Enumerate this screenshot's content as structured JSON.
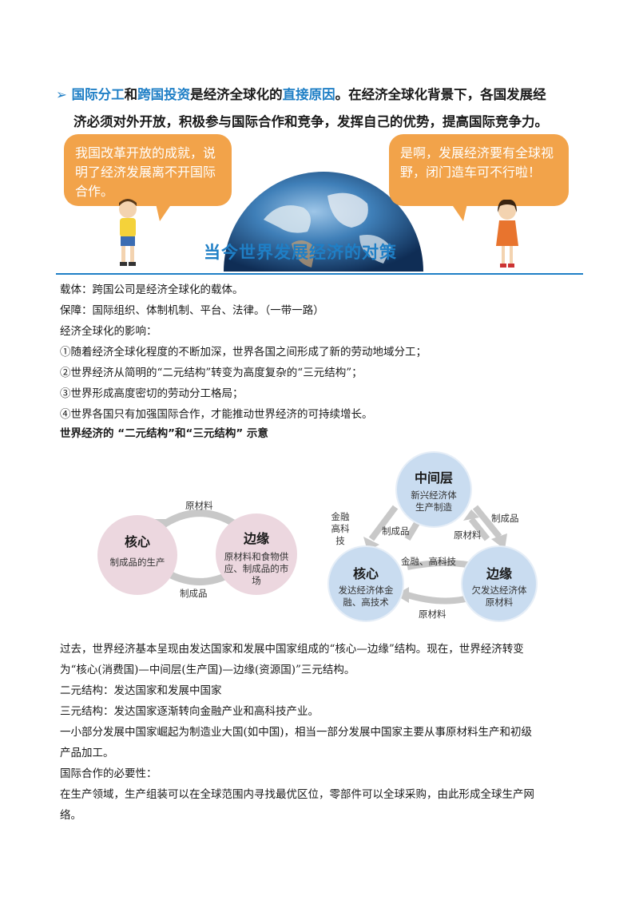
{
  "header": {
    "line1_parts": [
      "国际分工",
      "和",
      "跨国投资",
      "是经济全球化的",
      "直接原因",
      "。在经济全球化背景下，各国发展经"
    ],
    "line2": "济必须对外开放，积极参与国际合作和竞争，发挥自己的优势，提高国际竞争力。",
    "bubble_left": "我国改革开放的成就，说明了经济发展离不开国际合作。",
    "bubble_right": "是啊，发展经济要有全球视野，闭门造车可不行啦！",
    "globe_title": "当今世界发展经济的对策"
  },
  "lines": [
    "载体：跨国公司是经济全球化的载体。",
    "保障：国际组织、体制机制、平台、法律。（一带一路）",
    "经济全球化的影响：",
    "①随着经济全球化程度的不断加深，世界各国之间形成了新的劳动地域分工；",
    "②世界经济从简明的“二元结构”转变为高度复杂的“三元结构”；",
    "③世界形成高度密切的劳动分工格局；",
    "④世界各国只有加强国际合作，才能推动世界经济的可持续增长。"
  ],
  "diagram_heading": "世界经济的 “二元结构”和“三元结构” 示意",
  "dual": {
    "core_title": "核心",
    "core_sub": "制成品的生产",
    "edge_title": "边缘",
    "edge_sub": "原材料和食物供应、制成品的市场",
    "top_label": "原材料",
    "bottom_label": "制成品"
  },
  "triple": {
    "mid_title": "中间层",
    "mid_sub": "新兴经济体生产制造",
    "core_title": "核心",
    "core_sub": "发达经济体金融、高技术",
    "edge_title": "边缘",
    "edge_sub": "欠发达经济体原材料",
    "label_finance": "金融高科技",
    "label_manuf_left": "制成品",
    "label_manuf_right": "制成品",
    "label_raw_mid": "原材料",
    "label_finance_tech": "金融、高科技",
    "label_raw_bottom": "原材料"
  },
  "para_lines": [
    "过去，世界经济基本呈现由发达国家和发展中国家组成的“核心—边缘”结构。现在，世界经济转变",
    "为“核心(消费国)—中间层(生产国)—边缘(资源国)”三元结构。",
    "二元结构：发达国家和发展中国家",
    "三元结构：发达国家逐渐转向金融产业和高科技产业。",
    "一小部分发展中国家崛起为制造业大国(如中国)，相当一部分发展中国家主要从事原材料生产和初级",
    "产品加工。",
    "国际合作的必要性：",
    "在生产领域，生产组装可以在全球范围内寻找最优区位，零部件可以全球采购，由此形成全球生产网",
    "络。"
  ]
}
